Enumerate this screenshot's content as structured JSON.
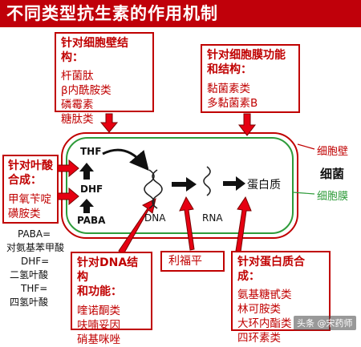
{
  "title": "不同类型抗生素的作用机制",
  "box_wall": {
    "heading": "针对细胞壁结构：",
    "items": [
      "杆菌肽",
      "β内酰胺类",
      "磷霉素",
      "糖肽类"
    ]
  },
  "box_membrane": {
    "heading_lines": [
      "针对细胞膜功能",
      "和结构："
    ],
    "items": [
      "黏菌素类",
      "多黏菌素B"
    ]
  },
  "box_folate": {
    "heading_lines": [
      "针对叶酸",
      "合成："
    ],
    "items": [
      "甲氧苄啶",
      "磺胺类"
    ]
  },
  "box_dna": {
    "heading_lines": [
      "针对DNA结构",
      "和功能："
    ],
    "items": [
      "喹诺酮类",
      "呋喃妥因",
      "硝基咪唑"
    ]
  },
  "box_rifampin": {
    "label": "利福平"
  },
  "box_protein": {
    "heading": "针对蛋白质合成：",
    "items": [
      "氨基糖甙类",
      "林可胺类",
      "大环内酯类",
      "四环素类"
    ]
  },
  "cell": {
    "thf": "THF",
    "dhf": "DHF",
    "paba": "PABA",
    "dna": "DNA",
    "rna": "RNA",
    "protein": "蛋白质"
  },
  "side_labels": {
    "wall": "细胞壁",
    "bacteria": "细菌",
    "membrane": "细胞膜"
  },
  "abbreviations": [
    "PABA=",
    "对氨基苯甲酸",
    "DHF=",
    "二氢叶酸",
    "THF=",
    "四氢叶酸"
  ],
  "watermark": "头条 @宋药师",
  "colors": {
    "red": "#c00000",
    "title_bg": "#c0000a",
    "wall": "#c00000",
    "membrane": "#2e9b3a"
  }
}
